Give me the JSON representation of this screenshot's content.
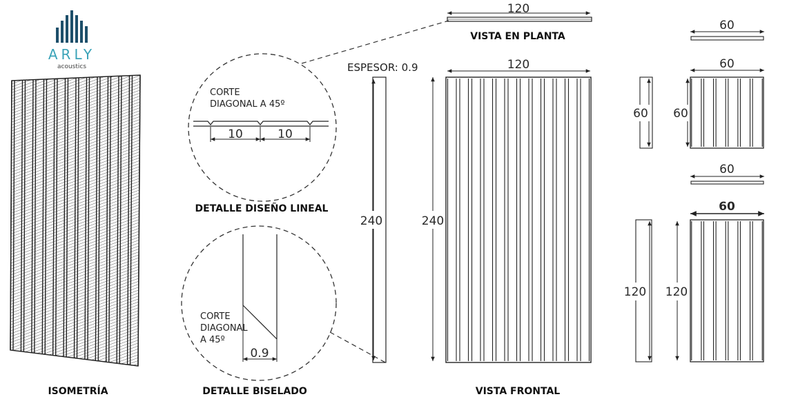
{
  "logo": {
    "name": "ARLY",
    "tagline": "acoustics",
    "bar_color": "#1d4f6a",
    "text_color": "#3aa3b8"
  },
  "labels": {
    "isometria": "ISOMETRÍA",
    "detalle_lineal": "DETALLE DISEÑO LINEAL",
    "detalle_biselado": "DETALLE BISELADO",
    "vista_planta": "VISTA EN PLANTA",
    "vista_frontal": "VISTA FRONTAL"
  },
  "notes": {
    "espesor": "ESPESOR: 0.9",
    "corte_lineal_1": "CORTE",
    "corte_lineal_2": "DIAGONAL A 45º",
    "corte_bisel_1": "CORTE",
    "corte_bisel_2": "DIAGONAL",
    "corte_bisel_3": "A 45º"
  },
  "dimensions": {
    "planta_width": "120",
    "frontal_width": "120",
    "frontal_height": "240",
    "espesor_height": "240",
    "groove_a": "10",
    "groove_b": "10",
    "bisel": "0.9",
    "small_top_plan": "60",
    "small_top_width": "60",
    "small_top_height_side": "60",
    "small_top_height": "60",
    "small_bottom_plan": "60",
    "small_bottom_width": "60",
    "small_bottom_height_side": "120",
    "small_bottom_height": "120"
  }
}
